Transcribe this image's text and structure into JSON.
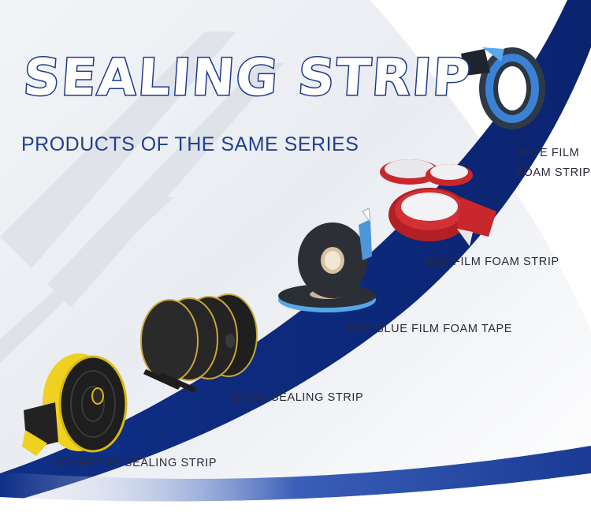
{
  "banner": {
    "title": "SEALING STRIP",
    "subtitle": "PRODUCTS OF THE SAME SERIES"
  },
  "products": [
    {
      "label": "BLUE FILM FOAM STRIP",
      "line1": "BLUE FILM",
      "line2": "FOAM STRIP",
      "icon": "blue-film-foam-roll"
    },
    {
      "label": "RED FILM FOAM STRIP",
      "icon": "red-film-foam-rolls"
    },
    {
      "label": "PVC BLUE FILM FOAM TAPE",
      "icon": "pvc-foam-tape-rolls"
    },
    {
      "label": "EPDM SEALING STRIP",
      "icon": "epdm-strip-rolls"
    },
    {
      "label": "NEOPRENE SEALING STRIP",
      "icon": "neoprene-strip-rolls"
    }
  ],
  "colors": {
    "accent": "#1c3a8c",
    "swoosh": "#0f2e86",
    "title_fill": "#ffffff",
    "background": "#ffffff"
  }
}
